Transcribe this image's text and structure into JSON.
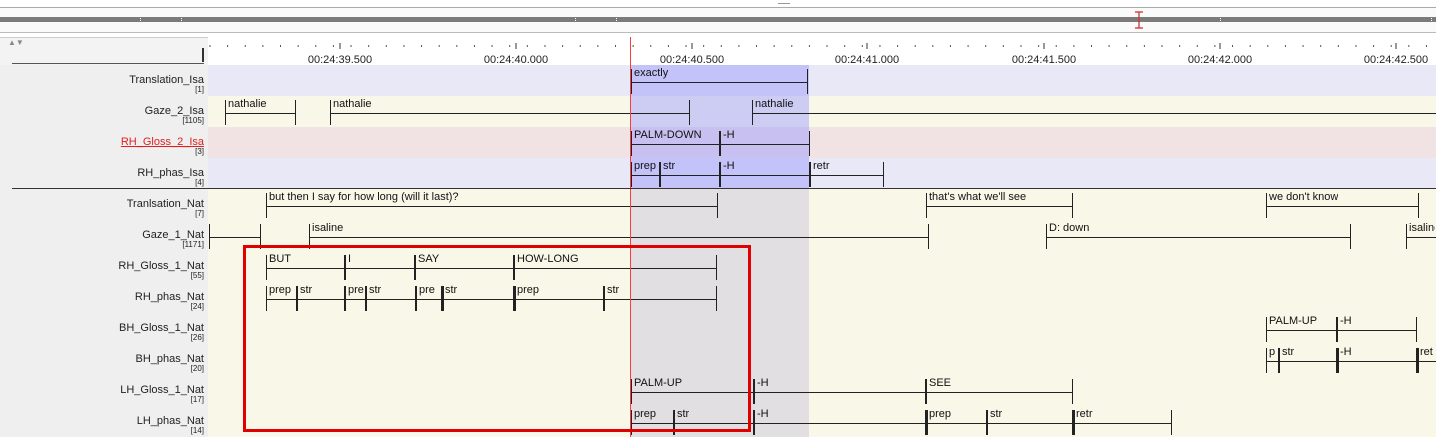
{
  "colors": {
    "label_bg": "#efefef",
    "cream": "#f9f7e8",
    "lavender": "#e8e8f6",
    "pink": "#f1e2e3",
    "selection": "rgba(150,150,255,0.45)",
    "selection_gray": "rgba(170,170,210,0.30)",
    "crosshair": "#ff3b3b",
    "highlight_box": "#e00000",
    "active_tier": "#e02020"
  },
  "overview": {
    "cursor_icon": "text-cursor-icon"
  },
  "ruler": {
    "ticks": [
      "00:24:39.500",
      "00:24:40.000",
      "00:24:40.500",
      "00:24:41.000",
      "00:24:41.500",
      "00:24:42.000",
      "00:24:42.500"
    ]
  },
  "tiers": [
    {
      "name": "Translation_Isa",
      "count": "[1]",
      "active": false
    },
    {
      "name": "Gaze_2_Isa",
      "count": "[1105]",
      "active": false
    },
    {
      "name": "RH_Gloss_2_Isa",
      "count": "[3]",
      "active": true
    },
    {
      "name": "RH_phas_Isa",
      "count": "[4]",
      "active": false
    },
    {
      "name": "Tranlsation_Nat",
      "count": "[7]",
      "active": false
    },
    {
      "name": "Gaze_1_Nat",
      "count": "[1171]",
      "active": false
    },
    {
      "name": "RH_Gloss_1_Nat",
      "count": "[55]",
      "active": false
    },
    {
      "name": "RH_phas_Nat",
      "count": "[24]",
      "active": false
    },
    {
      "name": "BH_Gloss_1_Nat",
      "count": "[26]",
      "active": false
    },
    {
      "name": "BH_phas_Nat",
      "count": "[20]",
      "active": false
    },
    {
      "name": "LH_Gloss_1_Nat",
      "count": "[17]",
      "active": false
    },
    {
      "name": "LH_phas_Nat",
      "count": "[14]",
      "active": false
    }
  ],
  "annotations": [
    {
      "tier": 0,
      "text": "exactly"
    },
    {
      "tier": 1,
      "text": "nathalie"
    },
    {
      "tier": 1,
      "text": "nathalie"
    },
    {
      "tier": 1,
      "text": "nathalie"
    },
    {
      "tier": 2,
      "text": "PALM-DOWN"
    },
    {
      "tier": 2,
      "text": "-H"
    },
    {
      "tier": 3,
      "text": "prep"
    },
    {
      "tier": 3,
      "text": "str"
    },
    {
      "tier": 3,
      "text": "-H"
    },
    {
      "tier": 3,
      "text": "retr"
    },
    {
      "tier": 4,
      "text": "but then I say for how long (will it last)?"
    },
    {
      "tier": 4,
      "text": "that's what we'll see"
    },
    {
      "tier": 4,
      "text": "we don't know"
    },
    {
      "tier": 5,
      "text": ""
    },
    {
      "tier": 5,
      "text": "isaline"
    },
    {
      "tier": 5,
      "text": "D: down"
    },
    {
      "tier": 5,
      "text": "isaline"
    },
    {
      "tier": 6,
      "text": "BUT"
    },
    {
      "tier": 6,
      "text": "I"
    },
    {
      "tier": 6,
      "text": "SAY"
    },
    {
      "tier": 6,
      "text": "HOW-LONG"
    },
    {
      "tier": 7,
      "text": "prep"
    },
    {
      "tier": 7,
      "text": "str"
    },
    {
      "tier": 7,
      "text": "pre"
    },
    {
      "tier": 7,
      "text": "str"
    },
    {
      "tier": 7,
      "text": "pre"
    },
    {
      "tier": 7,
      "text": "str"
    },
    {
      "tier": 7,
      "text": "prep"
    },
    {
      "tier": 7,
      "text": "str"
    },
    {
      "tier": 8,
      "text": "PALM-UP"
    },
    {
      "tier": 8,
      "text": "-H"
    },
    {
      "tier": 9,
      "text": "p"
    },
    {
      "tier": 9,
      "text": "str"
    },
    {
      "tier": 9,
      "text": "-H"
    },
    {
      "tier": 9,
      "text": "ret"
    },
    {
      "tier": 10,
      "text": "PALM-UP"
    },
    {
      "tier": 10,
      "text": "-H"
    },
    {
      "tier": 10,
      "text": "SEE"
    },
    {
      "tier": 11,
      "text": "prep"
    },
    {
      "tier": 11,
      "text": "str"
    },
    {
      "tier": 11,
      "text": "-H"
    },
    {
      "tier": 11,
      "text": "prep"
    },
    {
      "tier": 11,
      "text": "str"
    },
    {
      "tier": 11,
      "text": "retr"
    }
  ]
}
